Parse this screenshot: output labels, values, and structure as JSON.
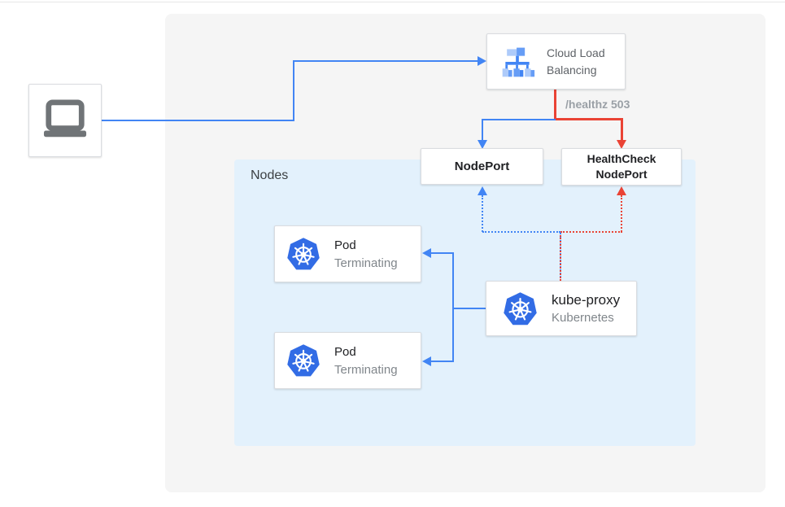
{
  "colors": {
    "traffic_blue": "#4285f4",
    "health_red": "#ea4335",
    "kubernetes_blue": "#326ce5",
    "outer_panel_bg": "#f5f5f5",
    "nodes_panel_bg": "#e3f1fc"
  },
  "diagram": {
    "nodes_panel_label": "Nodes",
    "client": {
      "icon": "laptop-icon"
    },
    "cloud_load_balancing": {
      "label": "Cloud Load Balancing",
      "icon": "load-balancer-icon"
    },
    "health_check_edge_label": "/healthz 503",
    "nodeport": {
      "label": "NodePort"
    },
    "healthcheck_nodeport": {
      "label": "HealthCheck NodePort"
    },
    "pods": [
      {
        "title": "Pod",
        "status": "Terminating",
        "icon": "kubernetes-icon"
      },
      {
        "title": "Pod",
        "status": "Terminating",
        "icon": "kubernetes-icon"
      }
    ],
    "kube_proxy": {
      "title": "kube-proxy",
      "subtitle": "Kubernetes",
      "icon": "kubernetes-icon"
    }
  }
}
